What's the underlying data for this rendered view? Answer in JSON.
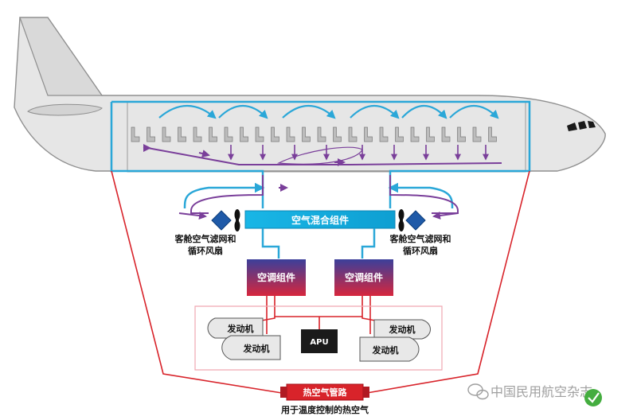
{
  "labels": {
    "mixer": "空气混合组件",
    "filter_left_line1": "客舱空气滤网和",
    "filter_left_line2": "循环风扇",
    "filter_right_line1": "客舱空气滤网和",
    "filter_right_line2": "循环风扇",
    "pack_left": "空调组件",
    "pack_right": "空调组件",
    "engine_left_top": "发动机",
    "engine_left_bottom": "发动机",
    "engine_right_top": "发动机",
    "engine_right_bottom": "发动机",
    "apu": "APU",
    "hot_air_manifold": "热空气管路",
    "hot_air_caption": "用于温度控制的热空气"
  },
  "watermark": {
    "text": "中国民用航空杂志"
  },
  "colors": {
    "fuselage": "#e6e6e6",
    "fresh_air_blue": "#2aa7d8",
    "recirc_purple": "#7a3f9a",
    "hot_air_red": "#d8232a",
    "pack_gradient_top": "#3b3f9a",
    "pack_gradient_bottom": "#d7263d",
    "filter_blue": "#1f5aa8",
    "mixer_cyan": "#17b3e3"
  }
}
